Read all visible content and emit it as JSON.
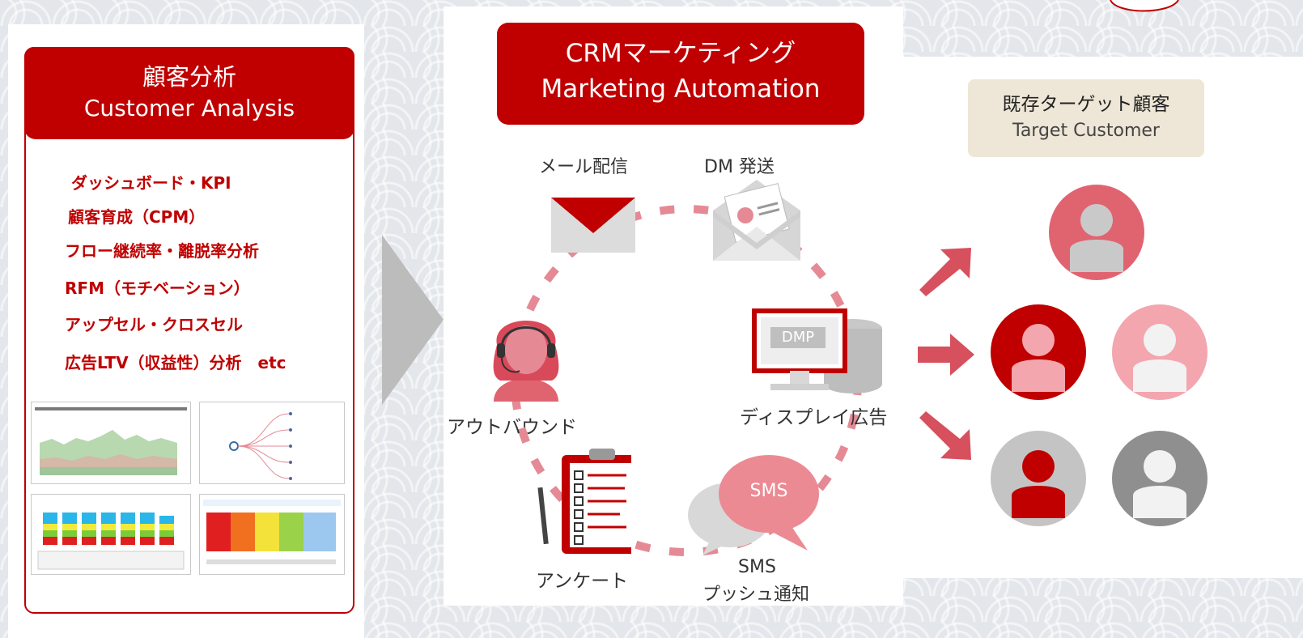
{
  "analysis": {
    "title_jp": "顧客分析",
    "title_en": "Customer Analysis",
    "features": [
      "ダッシュボード・KPI",
      "顧客育成（CPM）",
      "フロー継続率・離脱率分析",
      "RFM（モチベーション）",
      "アップセル・クロスセル",
      "広告LTV（収益性）分析　etc"
    ]
  },
  "crm": {
    "title_jp": "CRMマーケティング",
    "title_en": "Marketing Automation",
    "channels": {
      "email": "メール配信",
      "dm": "DM 発送",
      "outbound": "アウトバウンド",
      "display": "ディスプレイ広告",
      "dmp": "DMP",
      "survey": "アンケート",
      "sms_bubble": "SMS",
      "sms_line1": "SMS",
      "sms_line2": "プッシュ通知"
    }
  },
  "target": {
    "title_jp": "既存ターゲット顧客",
    "title_en": "Target Customer"
  },
  "colors": {
    "brand_red": "#c00000",
    "pink": "#e8737f",
    "light_pink": "#f3a6ae",
    "gray": "#b8b8b8",
    "beige": "#eee6d6"
  }
}
